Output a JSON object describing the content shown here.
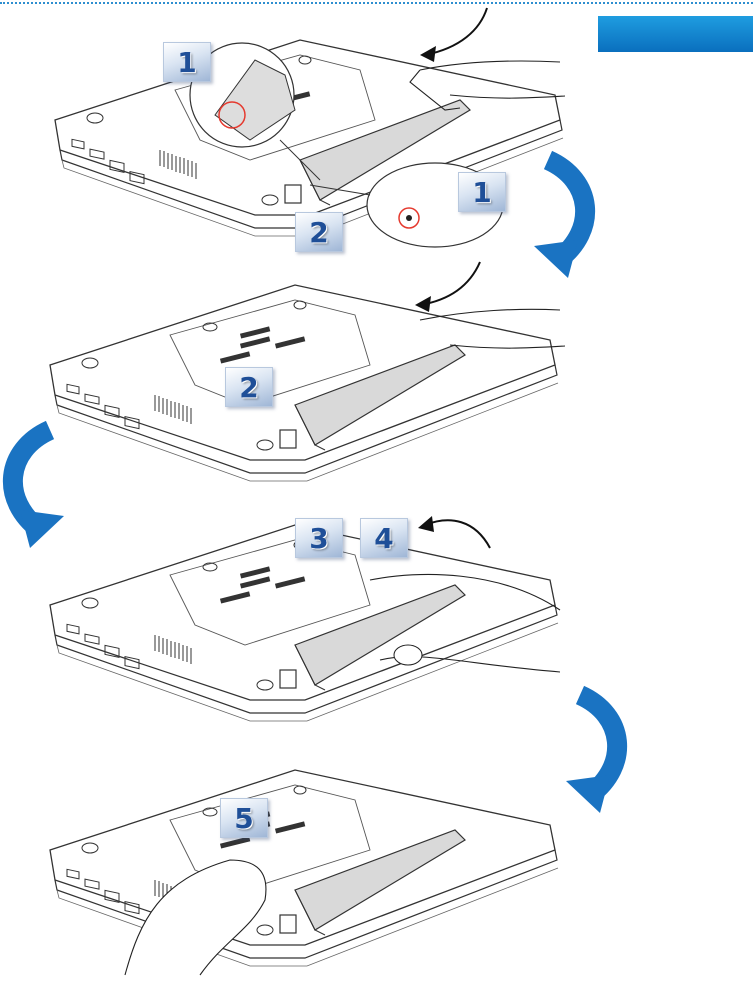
{
  "header": {
    "tab_color": "#0d7cc8"
  },
  "colors": {
    "accent_blue": "#1a73c2",
    "highlight_red": "#e53a2f",
    "line": "#333333"
  },
  "step_badges": [
    {
      "label": "1"
    },
    {
      "label": "1"
    },
    {
      "label": "2"
    },
    {
      "label": "2"
    },
    {
      "label": "3"
    },
    {
      "label": "4"
    },
    {
      "label": "5"
    }
  ],
  "icons": [
    "curved-arrow-icon",
    "rotate-arrow-icon",
    "magnifier-callout",
    "hand-illustration",
    "laptop-illustration"
  ]
}
